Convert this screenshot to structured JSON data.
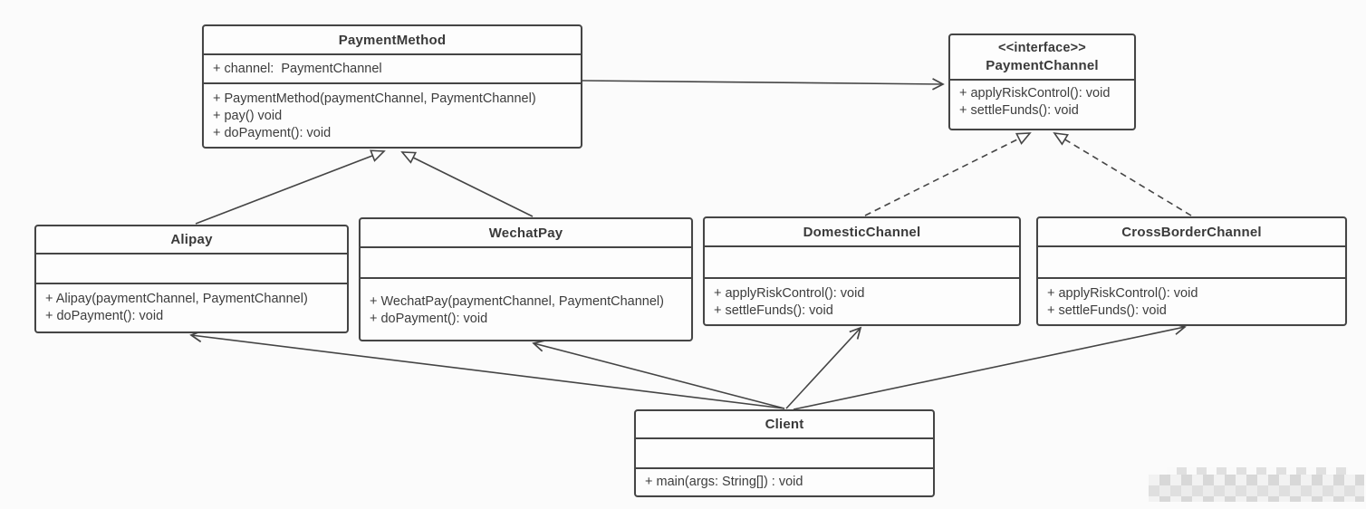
{
  "diagram": {
    "kind": "uml-class-diagram",
    "pattern": "bridge",
    "background_color": "#fbfbfb",
    "line_color": "#454545",
    "box_fill_color": "#fdfdfd",
    "text_color": "#3a3a3a"
  },
  "classes": [
    {
      "id": "paymentmethod",
      "name": "PaymentMethod",
      "stereotype": "",
      "attributes": [
        "+ channel:  PaymentChannel"
      ],
      "methods": [
        "+ PaymentMethod(paymentChannel, PaymentChannel)",
        "+ pay() void",
        "+ doPayment(): void"
      ]
    },
    {
      "id": "paymentchannel",
      "name": "PaymentChannel",
      "stereotype": "<<interface>>",
      "attributes": [],
      "methods": [
        "+ applyRiskControl(): void",
        "+ settleFunds(): void"
      ]
    },
    {
      "id": "alipay",
      "name": "Alipay",
      "stereotype": "",
      "attributes": [],
      "methods": [
        "+ Alipay(paymentChannel, PaymentChannel)",
        "+ doPayment(): void"
      ]
    },
    {
      "id": "wechatpay",
      "name": "WechatPay",
      "stereotype": "",
      "attributes": [],
      "methods": [
        "+ WechatPay(paymentChannel, PaymentChannel)",
        "+ doPayment(): void"
      ]
    },
    {
      "id": "domesticchannel",
      "name": "DomesticChannel",
      "stereotype": "",
      "attributes": [],
      "methods": [
        "+ applyRiskControl(): void",
        "+ settleFunds(): void"
      ]
    },
    {
      "id": "crossborderchannel",
      "name": "CrossBorderChannel",
      "stereotype": "",
      "attributes": [],
      "methods": [
        "+ applyRiskControl(): void",
        "+ settleFunds(): void"
      ]
    },
    {
      "id": "client",
      "name": "Client",
      "stereotype": "",
      "attributes": [],
      "methods": [
        "+ main(args: String[]) : void"
      ]
    }
  ],
  "relationships": [
    {
      "from": "PaymentMethod",
      "to": "PaymentChannel",
      "type": "association",
      "line": "solid",
      "arrowhead": "open"
    },
    {
      "from": "Alipay",
      "to": "PaymentMethod",
      "type": "generalization",
      "line": "solid",
      "arrowhead": "hollow-triangle"
    },
    {
      "from": "WechatPay",
      "to": "PaymentMethod",
      "type": "generalization",
      "line": "solid",
      "arrowhead": "hollow-triangle"
    },
    {
      "from": "DomesticChannel",
      "to": "PaymentChannel",
      "type": "realization",
      "line": "dashed",
      "arrowhead": "hollow-triangle"
    },
    {
      "from": "CrossBorderChannel",
      "to": "PaymentChannel",
      "type": "realization",
      "line": "dashed",
      "arrowhead": "hollow-triangle"
    },
    {
      "from": "Client",
      "to": "Alipay",
      "type": "dependency",
      "line": "solid",
      "arrowhead": "open"
    },
    {
      "from": "Client",
      "to": "WechatPay",
      "type": "dependency",
      "line": "solid",
      "arrowhead": "open"
    },
    {
      "from": "Client",
      "to": "DomesticChannel",
      "type": "dependency",
      "line": "solid",
      "arrowhead": "open"
    },
    {
      "from": "Client",
      "to": "CrossBorderChannel",
      "type": "dependency",
      "line": "solid",
      "arrowhead": "open"
    }
  ],
  "watermark": {
    "present": true,
    "style": "pixelated-mosaic",
    "position": "bottom-right"
  }
}
